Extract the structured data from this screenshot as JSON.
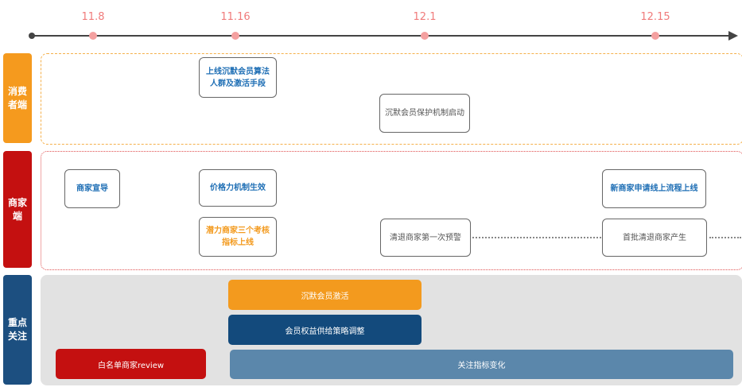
{
  "timeline": {
    "ticks": [
      "11.8",
      "11.16",
      "12.1",
      "12.15"
    ],
    "color": "#f08a8a"
  },
  "sections": {
    "consumer": {
      "label": "消费者端",
      "color": "#f59a1e"
    },
    "merchant": {
      "label": "商家端",
      "color": "#c41010"
    },
    "focus": {
      "label": "重点关注",
      "color": "#1c4f80"
    }
  },
  "consumer_items": {
    "algo": "上线沉默会员算法人群及激活手段",
    "protect": "沉默会员保护机制启动"
  },
  "merchant_items": {
    "guide": "商家宣导",
    "price": "价格力机制生效",
    "apply": "新商家申请线上流程上线",
    "potential": "潜力商家三个考核指标上线",
    "warn": "清退商家第一次预警",
    "first_batch": "首批清退商家产生"
  },
  "focus_items": {
    "activate": "沉默会员激活",
    "rights": "会员权益供给策略调整",
    "whitelist": "白名单商家review",
    "metrics": "关注指标变化"
  },
  "colors": {
    "orange_bar": "#f39a1e",
    "navy_bar": "#134a7c",
    "red_bar": "#c41010",
    "steel_bar": "#5b87ab",
    "focus_bg": "#e2e2e2"
  }
}
